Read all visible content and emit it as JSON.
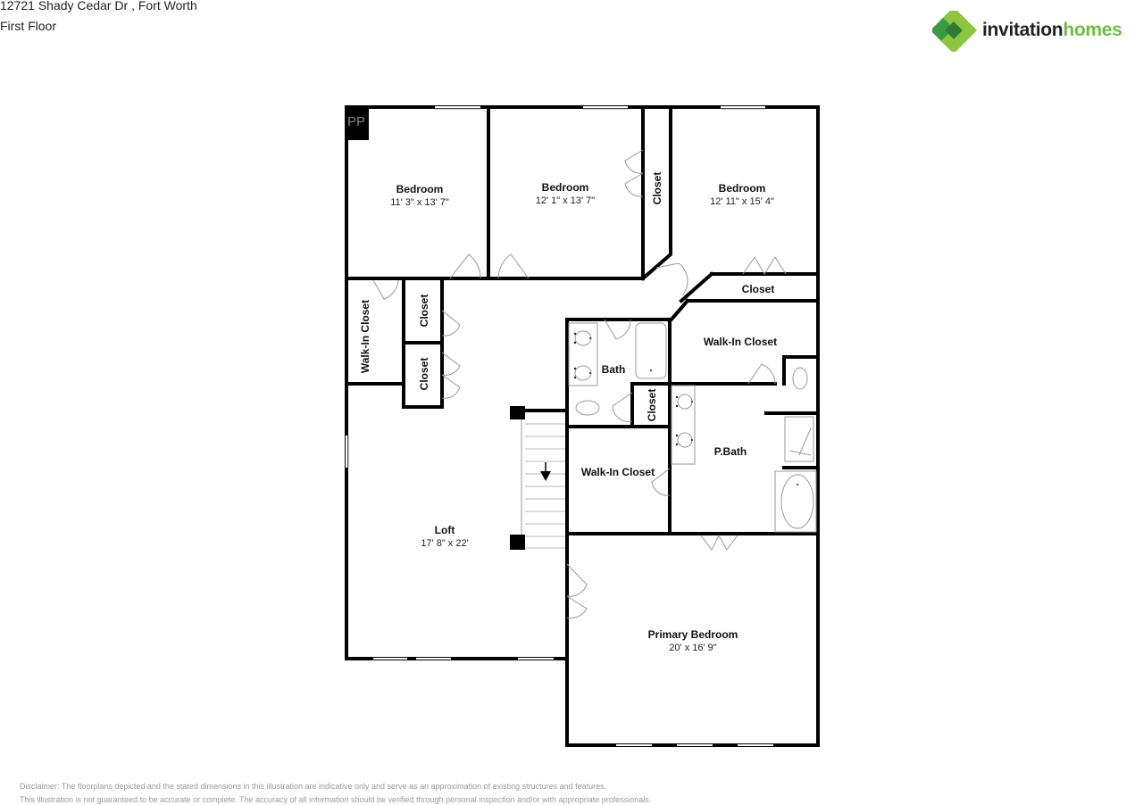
{
  "header": {
    "address": "12721 Shady Cedar Dr , Fort Worth",
    "floor": "First Floor"
  },
  "brand": {
    "name_part1": "invitation",
    "name_part2": "homes",
    "primary_color": "#6cbf3e",
    "dark_green": "#2e8b3e",
    "text_color": "#222222"
  },
  "plan": {
    "corner_marker": "PP",
    "rooms": [
      {
        "id": "bedroom-1",
        "label": "Bedroom",
        "dims": "11' 3\" x 13' 7\""
      },
      {
        "id": "bedroom-2",
        "label": "Bedroom",
        "dims": "12' 1\" x 13' 7\""
      },
      {
        "id": "bedroom-3",
        "label": "Bedroom",
        "dims": "12' 11\" x 15' 4\""
      },
      {
        "id": "closet-between",
        "label": "Closet"
      },
      {
        "id": "closet-bed3",
        "label": "Closet"
      },
      {
        "id": "walkin-left",
        "label": "Walk-In Closet"
      },
      {
        "id": "closet-left-top",
        "label": "Closet"
      },
      {
        "id": "closet-left-bottom",
        "label": "Closet"
      },
      {
        "id": "bath",
        "label": "Bath"
      },
      {
        "id": "closet-bath",
        "label": "Closet"
      },
      {
        "id": "walkin-upper",
        "label": "Walk-In Closet"
      },
      {
        "id": "walkin-lower",
        "label": "Walk-In Closet"
      },
      {
        "id": "pbath",
        "label": "P.Bath"
      },
      {
        "id": "loft",
        "label": "Loft",
        "dims": "17' 8\" x 22'"
      },
      {
        "id": "primary-bedroom",
        "label": "Primary Bedroom",
        "dims": "20' x 16' 9\""
      }
    ],
    "stairs_direction": "down",
    "wall_color": "#000000",
    "fixture_color": "#9a9a9a"
  },
  "disclaimer": {
    "line1": "Disclaimer: The floorplans depicted and the stated dimensions in this illustration are indicative only and serve as an approximation of existing structures and features.",
    "line2": "This illustration is not guaranteed to be accurate or complete. The accuracy of all information should be verified through personal inspection and/or with appropriate professionals."
  }
}
